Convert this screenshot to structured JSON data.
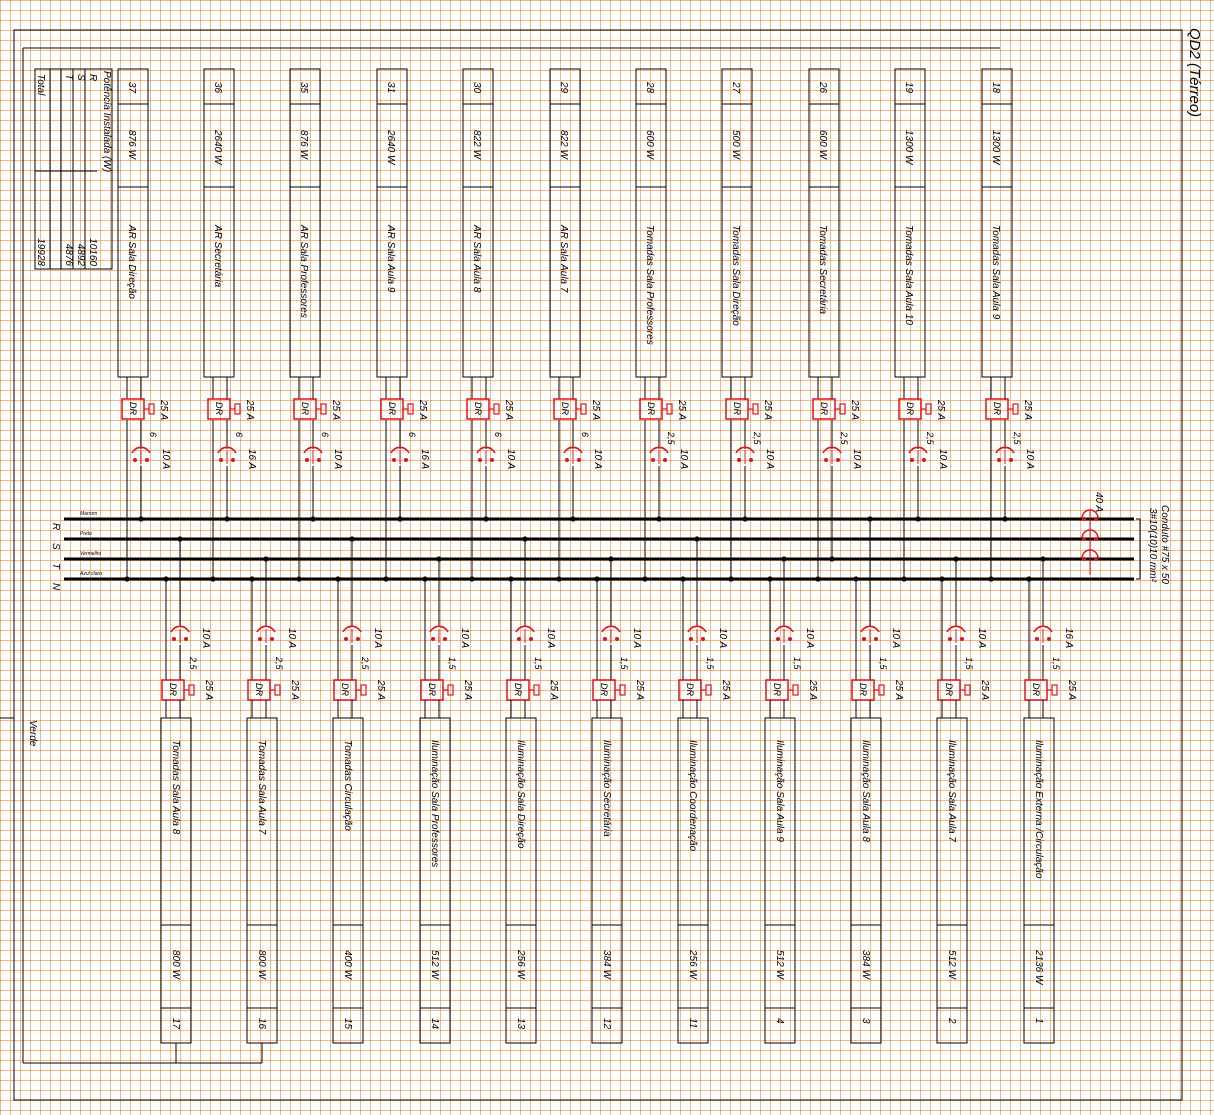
{
  "title": "QD2 (Térreo)",
  "colors": {
    "grid": "#e8802e",
    "protection": "#e0141c",
    "wire": "#000000"
  },
  "table": {
    "header": "Potência Instalada (W)",
    "rows": [
      {
        "phase": "R",
        "value": "10160"
      },
      {
        "phase": "S",
        "value": "4892"
      },
      {
        "phase": "T",
        "value": "4876"
      },
      {
        "phase": "Total",
        "value": "19928"
      }
    ]
  },
  "buses": [
    {
      "label": "R",
      "wire": "Marrom"
    },
    {
      "label": "S",
      "wire": "Preto"
    },
    {
      "label": "T",
      "wire": "Vermelho"
    },
    {
      "label": "N",
      "wire": "Azul claro"
    }
  ],
  "ground_label": "Verde",
  "main_breaker": "40 A",
  "conduit": {
    "line1": "Conduto #75 x 50",
    "line2": "3#10(10)10 mm²"
  },
  "top_circuits": [
    {
      "num": "37",
      "power": "876 W",
      "name": "AR Sala Direção",
      "dr": "25 A",
      "breaker": "10 A",
      "cable": "6"
    },
    {
      "num": "36",
      "power": "2640 W",
      "name": "AR Secretária",
      "dr": "25 A",
      "breaker": "16 A",
      "cable": "6"
    },
    {
      "num": "35",
      "power": "876 W",
      "name": "AR Sala Professores",
      "dr": "25 A",
      "breaker": "10 A",
      "cable": "6"
    },
    {
      "num": "31",
      "power": "2640 W",
      "name": "AR Sala Aula 9",
      "dr": "25 A",
      "breaker": "16 A",
      "cable": "6"
    },
    {
      "num": "30",
      "power": "822 W",
      "name": "AR Sala Aula 8",
      "dr": "25 A",
      "breaker": "10 A",
      "cable": "6"
    },
    {
      "num": "29",
      "power": "822 W",
      "name": "AR Sala Aula 7",
      "dr": "25 A",
      "breaker": "10 A",
      "cable": "6"
    },
    {
      "num": "28",
      "power": "600 W",
      "name": "Tomadas Sala Professores",
      "dr": "25 A",
      "breaker": "10 A",
      "cable": "2,5"
    },
    {
      "num": "27",
      "power": "500 W",
      "name": "Tomadas Sala Direção",
      "dr": "25 A",
      "breaker": "10 A",
      "cable": "2,5"
    },
    {
      "num": "26",
      "power": "600 W",
      "name": "Tomadas Secretária",
      "dr": "25 A",
      "breaker": "10 A",
      "cable": "2,5"
    },
    {
      "num": "19",
      "power": "1300 W",
      "name": "Tomadas Sala Aula 10",
      "dr": "25 A",
      "breaker": "10 A",
      "cable": "2,5"
    },
    {
      "num": "18",
      "power": "1300 W",
      "name": "Tomadas Sala Aula 9",
      "dr": "25 A",
      "breaker": "10 A",
      "cable": "2,5"
    }
  ],
  "bottom_circuits": [
    {
      "num": "17",
      "power": "800 W",
      "name": "Tomadas Sala Aula 8",
      "dr": "25 A",
      "breaker": "10 A",
      "cable": "2,5"
    },
    {
      "num": "16",
      "power": "800 W",
      "name": "Tomadas Sala Aula 7",
      "dr": "25 A",
      "breaker": "10 A",
      "cable": "2,5"
    },
    {
      "num": "15",
      "power": "400 W",
      "name": "Tomadas Circulação",
      "dr": "25 A",
      "breaker": "10 A",
      "cable": "2,5"
    },
    {
      "num": "14",
      "power": "512 W",
      "name": "Iluminação Sala Professores",
      "dr": "25 A",
      "breaker": "10 A",
      "cable": "1,5"
    },
    {
      "num": "13",
      "power": "256 W",
      "name": "Iluminação Sala Direção",
      "dr": "25 A",
      "breaker": "10 A",
      "cable": "1,5"
    },
    {
      "num": "12",
      "power": "384 W",
      "name": "Iluminação Secretária",
      "dr": "25 A",
      "breaker": "10 A",
      "cable": "1,5"
    },
    {
      "num": "11",
      "power": "256 W",
      "name": "Iluminação Coordenação",
      "dr": "25 A",
      "breaker": "10 A",
      "cable": "1,5"
    },
    {
      "num": "4",
      "power": "512 W",
      "name": "Iluminação Sala Aula 9",
      "dr": "25 A",
      "breaker": "10 A",
      "cable": "1,5"
    },
    {
      "num": "3",
      "power": "384 W",
      "name": "Iluminação Sala Aula 8",
      "dr": "25 A",
      "breaker": "10 A",
      "cable": "1,5"
    },
    {
      "num": "2",
      "power": "512 W",
      "name": "Iluminação Sala Aula 7",
      "dr": "25 A",
      "breaker": "10 A",
      "cable": "1,5"
    },
    {
      "num": "1",
      "power": "2136 W",
      "name": "Iluminação Externa /Circulação",
      "dr": "25 A",
      "breaker": "16 A",
      "cable": "1,5"
    }
  ]
}
